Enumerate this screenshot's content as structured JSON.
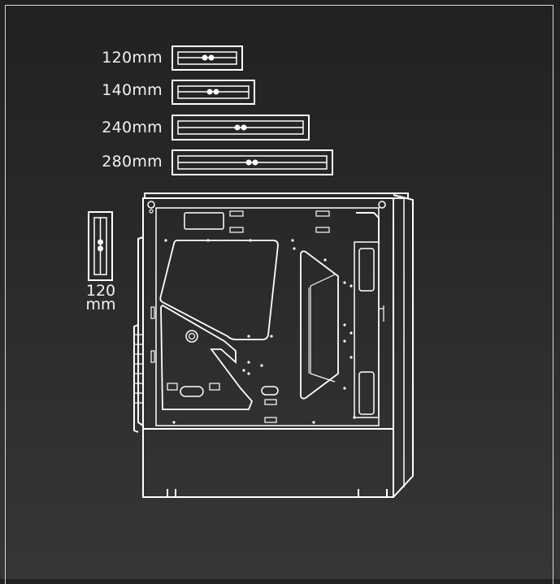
{
  "radiator_sizes": [
    {
      "label": "120mm"
    },
    {
      "label": "140mm"
    },
    {
      "label": "240mm"
    },
    {
      "label": "280mm"
    }
  ],
  "rear_fan": {
    "size": "120",
    "unit": "mm"
  },
  "colors": {
    "line": "#ffffff",
    "frame": "#d9d9d9",
    "background_top": "#222120",
    "background_bottom": "#363636"
  }
}
